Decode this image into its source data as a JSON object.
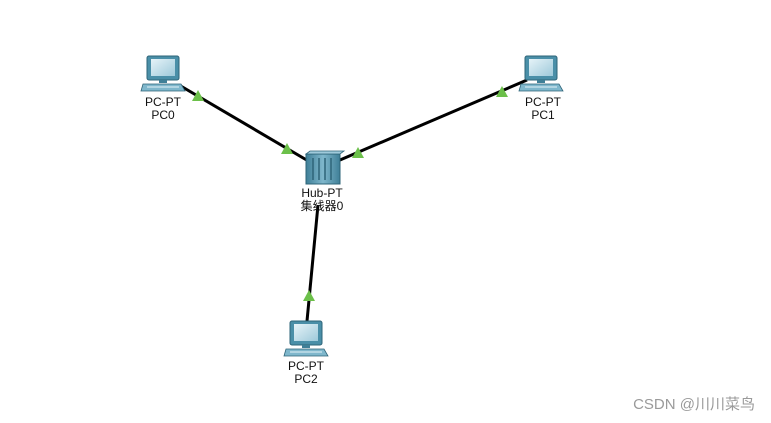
{
  "topology": {
    "devices": [
      {
        "id": "pc0",
        "kind": "pc",
        "model": "PC-PT",
        "name": "PC0"
      },
      {
        "id": "pc1",
        "kind": "pc",
        "model": "PC-PT",
        "name": "PC1"
      },
      {
        "id": "hub0",
        "kind": "hub",
        "model": "Hub-PT",
        "name": "集线器0"
      },
      {
        "id": "pc2",
        "kind": "pc",
        "model": "PC-PT",
        "name": "PC2"
      }
    ],
    "links": [
      {
        "from": "pc0",
        "to": "hub0",
        "status": "up"
      },
      {
        "from": "pc1",
        "to": "hub0",
        "status": "up"
      },
      {
        "from": "pc2",
        "to": "hub0",
        "status": "up"
      }
    ],
    "colors": {
      "link": "#000000",
      "link_up_indicator": "#6cc04a",
      "device_body": "#4a8fa8",
      "device_screen": "#cfe6f0"
    }
  },
  "watermark": "CSDN @川川菜鸟"
}
